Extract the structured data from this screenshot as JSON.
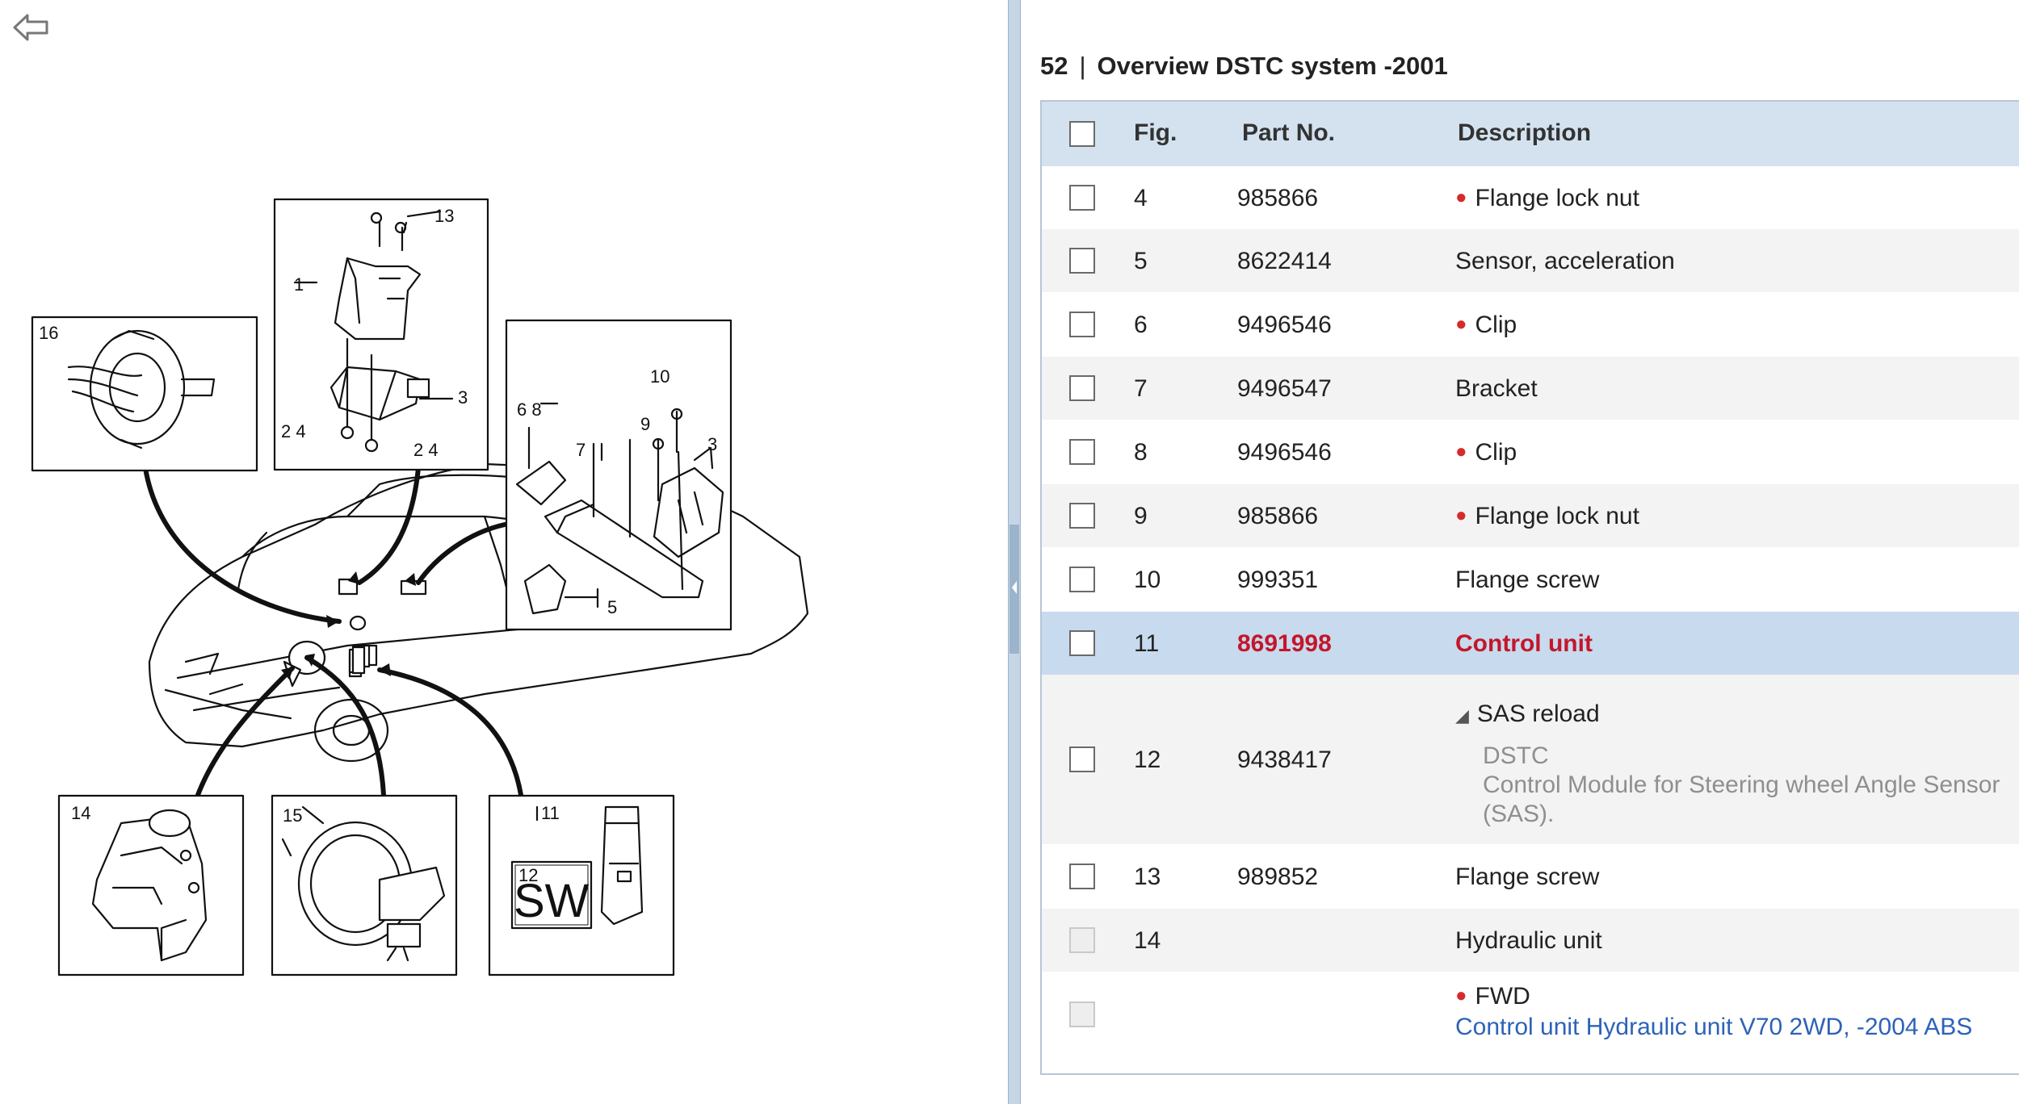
{
  "header": {
    "section_number": "52",
    "separator": "|",
    "section_title": "Overview DSTC system -2001"
  },
  "table": {
    "columns": {
      "fig": "Fig.",
      "part_no": "Part No.",
      "description": "Description"
    },
    "rows": [
      {
        "fig": "4",
        "part_no": "985866",
        "description": "Flange lock nut",
        "bullet": true
      },
      {
        "fig": "5",
        "part_no": "8622414",
        "description": "Sensor, acceleration",
        "bullet": false
      },
      {
        "fig": "6",
        "part_no": "9496546",
        "description": "Clip",
        "bullet": true
      },
      {
        "fig": "7",
        "part_no": "9496547",
        "description": "Bracket",
        "bullet": false
      },
      {
        "fig": "8",
        "part_no": "9496546",
        "description": "Clip",
        "bullet": true
      },
      {
        "fig": "9",
        "part_no": "985866",
        "description": "Flange lock nut",
        "bullet": true
      },
      {
        "fig": "10",
        "part_no": "999351",
        "description": "Flange screw",
        "bullet": false
      },
      {
        "fig": "11",
        "part_no": "8691998",
        "description": "Control unit",
        "bullet": false,
        "selected": true
      },
      {
        "fig": "12",
        "part_no": "9438417",
        "description": "SAS reload",
        "expanded": true,
        "note_line1": "DSTC",
        "note_line2": "Control Module for Steering wheel Angle Sensor",
        "note_line3": "(SAS)."
      },
      {
        "fig": "13",
        "part_no": "989852",
        "description": "Flange screw",
        "bullet": false
      },
      {
        "fig": "14",
        "part_no": "",
        "description": "Hydraulic unit",
        "bullet": false,
        "disabled": true
      },
      {
        "fig": "",
        "part_no": "",
        "description": "FWD",
        "bullet": true,
        "disabled": true,
        "link": "Control unit Hydraulic unit V70 2WD, -2004 ABS"
      }
    ]
  },
  "diagram": {
    "labels": {
      "l13": "13",
      "l1": "1",
      "l3a": "3",
      "l24a": "2 4",
      "l24b": "2 4",
      "l16": "16",
      "l10": "10",
      "l68": "6 8",
      "l7": "7",
      "l9": "9",
      "l3b": "3",
      "l5": "5",
      "l14": "14",
      "l15": "15",
      "l11": "11",
      "l12": "12",
      "sw": "SW"
    }
  },
  "colors": {
    "selected_text": "#c4162a",
    "link": "#2d62b8",
    "bullet": "#d62b2b",
    "header_bg": "#d4e2f0"
  },
  "icons": {
    "back": "back-arrow-icon",
    "splitter": "collapse-left-icon",
    "tree": "expand-triangle-icon"
  }
}
